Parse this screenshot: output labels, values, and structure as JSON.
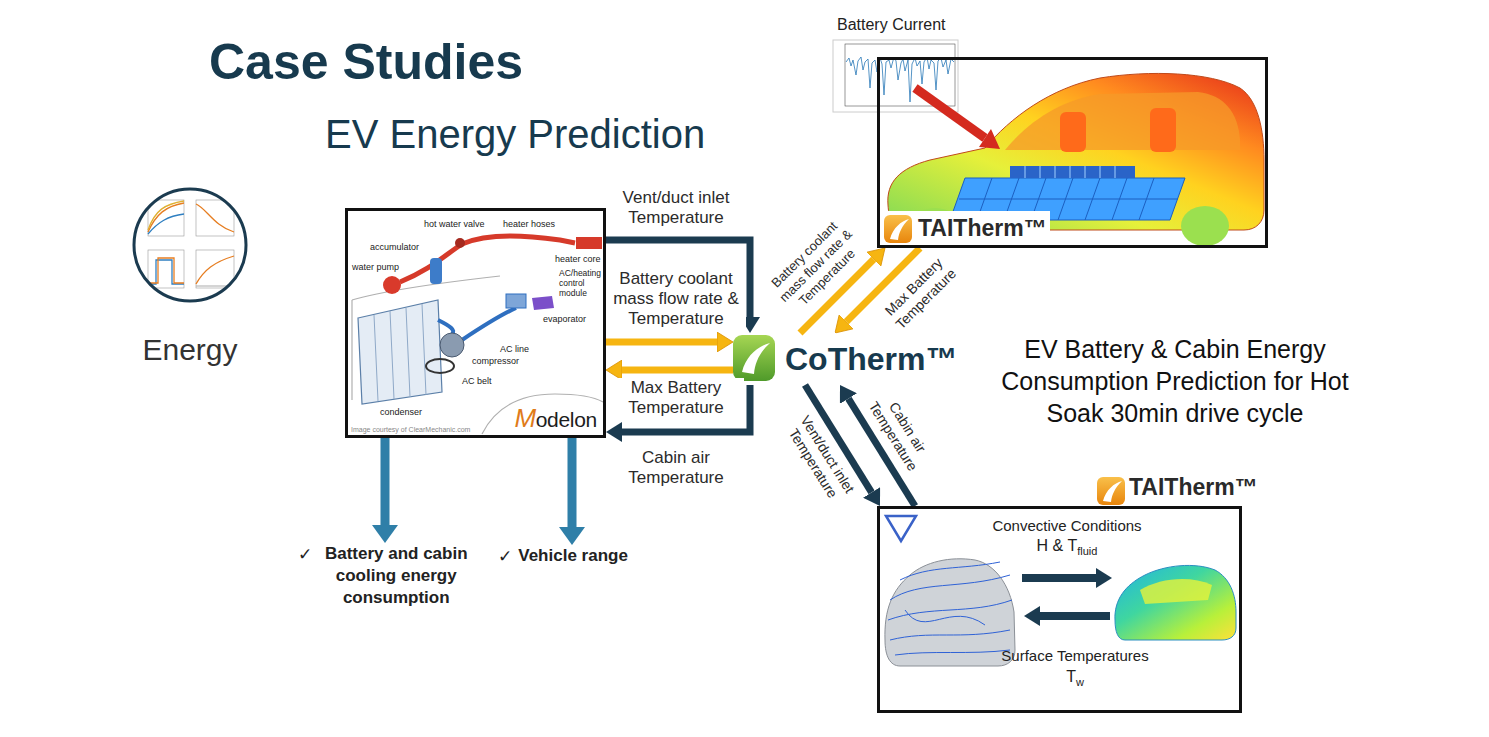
{
  "diagram": {
    "title": "Case Studies",
    "nodes": [
      {
        "text": [
          "Energy"
        ]
      },
      {
        "text": [
          "Modelon"
        ]
      },
      {
        "text": [
          "TAITherm™"
        ]
      },
      {
        "text": [
          "CoTherm™"
        ]
      },
      {
        "text": [
          "TAITherm™"
        ]
      },
      {
        "text": [
          "✓",
          "Battery and cabin cooling energy consumption"
        ]
      },
      {
        "text": [
          "✓",
          "Vehicle range"
        ]
      }
    ],
    "edges": [
      {
        "from": 1,
        "to": 3,
        "label": "Vent/duct inlet Temperature",
        "arrow": "to"
      },
      {
        "from": 1,
        "to": 3,
        "label": "Battery coolant mass flow rate & Temperature",
        "arrow": "to"
      },
      {
        "from": 3,
        "to": 1,
        "label": "Max Battery Temperature",
        "arrow": "to"
      },
      {
        "from": 3,
        "to": 1,
        "label": "Cabin air Temperature",
        "arrow": "to"
      },
      {
        "from": 3,
        "to": 2,
        "label": "Battery coolant mass flow rate & Temperature",
        "arrow": "to"
      },
      {
        "from": 2,
        "to": 3,
        "label": "Max Battery Temperature",
        "arrow": "to"
      },
      {
        "from": 3,
        "to": 4,
        "label": "Vent/duct inlet Temperature",
        "arrow": "to"
      },
      {
        "from": 4,
        "to": 3,
        "label": "Cabin air Temperature",
        "arrow": "to"
      },
      {
        "from": 1,
        "to": 5,
        "arrow": "to"
      },
      {
        "from": 1,
        "to": 6,
        "arrow": "to"
      }
    ],
    "labels": [
      "EV Energy Prediction",
      "Battery Current",
      "EV Battery & Cabin Energy Consumption Prediction for Hot Soak 30min drive cycle",
      "hot water valve",
      "heater hoses",
      "accumulator",
      "heater core",
      "water pump",
      "AC/heating control module",
      "evaporator",
      "AC line",
      "compressor",
      "AC belt",
      "condenser",
      "Image courtesy of ClearMechanic.com",
      "Convective Conditions",
      "H & T",
      "fluid",
      "Surface Temperatures",
      "T",
      "w"
    ]
  }
}
